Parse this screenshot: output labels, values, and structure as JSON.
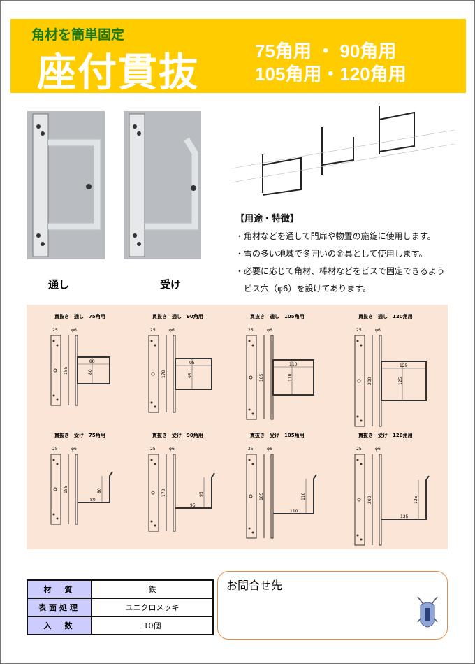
{
  "header": {
    "subtitle": "角材を簡単固定",
    "title": "座付貫抜",
    "sizes_line1": "75角用 ・ 90角用",
    "sizes_line2": "105角用・120角用"
  },
  "photos": [
    {
      "label": "通し"
    },
    {
      "label": "受け"
    }
  ],
  "features": {
    "heading": "【用途・特徴】",
    "items": [
      "・角材などを通して門扉や物置の施錠に使用します。",
      "・雪の多い地域で冬囲いの金具として使用します。",
      "・必要に応じて角材、棒材などをビスで固定できるよう",
      "　ビス穴（φ6）を設けてあります。"
    ]
  },
  "drawings": [
    {
      "caption": "貫抜き　通し　75角用",
      "type": "through",
      "w": "25",
      "hole": "φ6",
      "h": "155",
      "inner": "80"
    },
    {
      "caption": "貫抜き　通し　90角用",
      "type": "through",
      "w": "25",
      "hole": "φ6",
      "h": "170",
      "inner": "95"
    },
    {
      "caption": "貫抜き　通し　105角用",
      "type": "through",
      "w": "25",
      "hole": "φ6",
      "h": "185",
      "inner": "110"
    },
    {
      "caption": "貫抜き　通し　120角用",
      "type": "through",
      "w": "25",
      "hole": "φ6",
      "h": "200",
      "inner": "125"
    },
    {
      "caption": "貫抜き　受け　75角用",
      "type": "receive",
      "w": "25",
      "hole": "φ6",
      "h": "155",
      "inner": "80"
    },
    {
      "caption": "貫抜き　受け　90角用",
      "type": "receive",
      "w": "25",
      "hole": "φ6",
      "h": "170",
      "inner": "95"
    },
    {
      "caption": "貫抜き　受け　105角用",
      "type": "receive",
      "w": "25",
      "hole": "φ6",
      "h": "185",
      "inner": "110"
    },
    {
      "caption": "貫抜き　受け　120角用",
      "type": "receive",
      "w": "25",
      "hole": "φ6",
      "h": "200",
      "inner": "125"
    }
  ],
  "spec": [
    {
      "key": "材　質",
      "value": "鉄"
    },
    {
      "key": "表面処理",
      "value": "ユニクロメッキ"
    },
    {
      "key": "入　数",
      "value": "10個"
    }
  ],
  "contact": {
    "title": "お問合せ先"
  }
}
